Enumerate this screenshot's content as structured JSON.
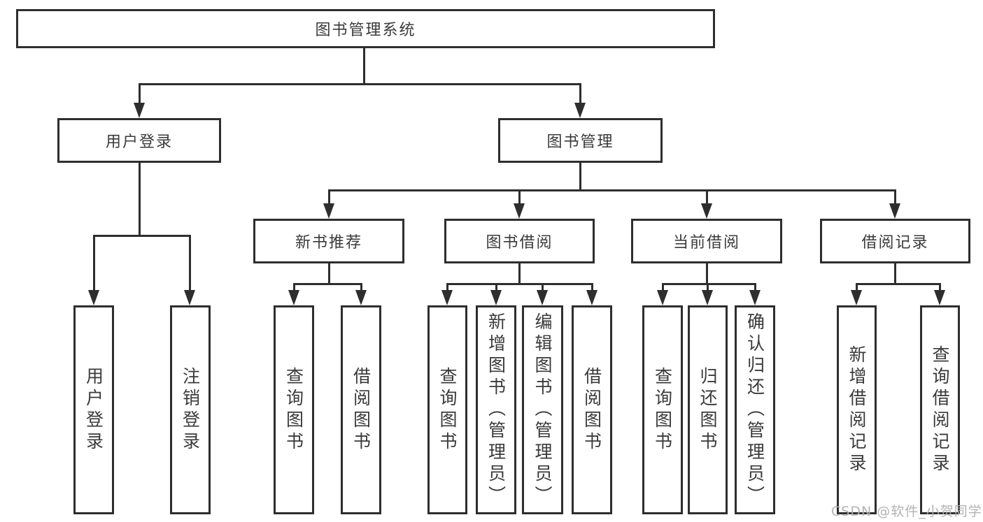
{
  "diagram": {
    "root": "图书管理系统",
    "level2": {
      "user_login": "用户登录",
      "book_management": "图书管理"
    },
    "level3": {
      "new_book_recommend": "新书推荐",
      "book_borrowing": "图书借阅",
      "current_borrowing": "当前借阅",
      "borrowing_records": "借阅记录"
    },
    "leaves": {
      "user_login": [
        "用户登录",
        "注销登录"
      ],
      "new_book_recommend": [
        "查询图书",
        "借阅图书"
      ],
      "book_borrowing": [
        "查询图书",
        "新增图书（管理员）",
        "编辑图书（管理员）",
        "借阅图书"
      ],
      "current_borrowing": [
        "查询图书",
        "归还图书",
        "确认归还（管理员）"
      ],
      "borrowing_records": [
        "新增借阅记录",
        "查询借阅记录"
      ]
    }
  },
  "watermark": "CSDN @软件_小贺同学"
}
